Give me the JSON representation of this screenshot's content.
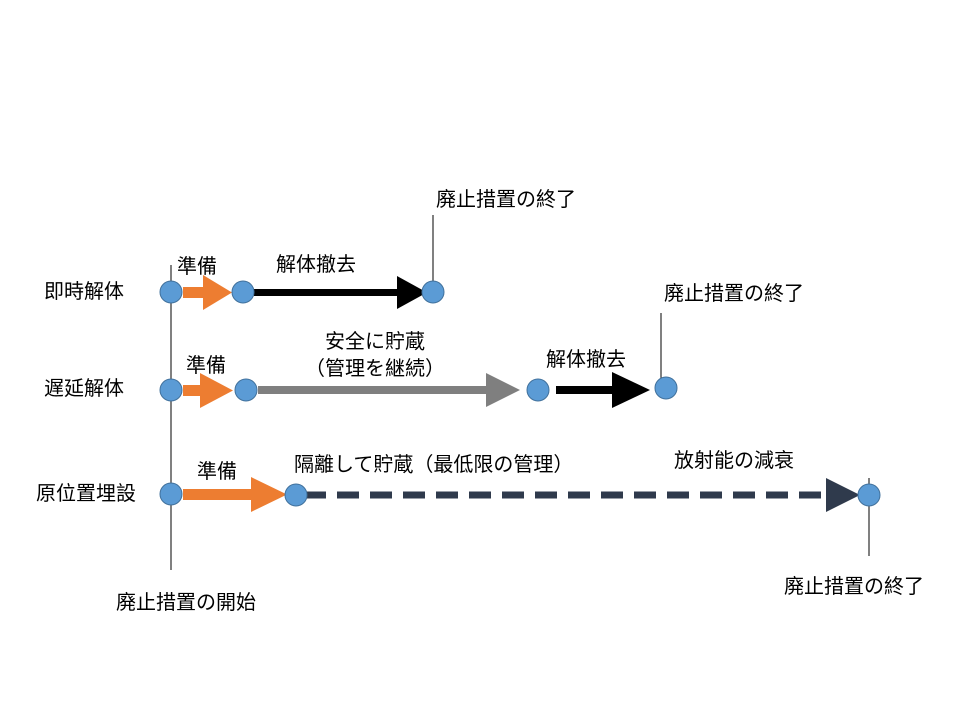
{
  "rows": {
    "immediate": {
      "name": "即時解体",
      "prep": "準備",
      "dismantle": "解体撤去",
      "end": "廃止措置の終了"
    },
    "deferred": {
      "name": "遅延解体",
      "prep": "準備",
      "storage_line1": "安全に貯蔵",
      "storage_line2": "（管理を継続）",
      "dismantle": "解体撤去",
      "end": "廃止措置の終了"
    },
    "entombment": {
      "name": "原位置埋設",
      "prep": "準備",
      "isolation": "隔離して貯蔵（最低限の管理）",
      "decay": "放射能の減衰",
      "end": "廃止措置の終了"
    }
  },
  "start": "廃止措置の開始",
  "colors": {
    "prep_arrow": "#ED7D31",
    "dismantle_arrow": "#000000",
    "storage_arrow": "#7F7F7F",
    "isolation_arrow": "#2F3A4C",
    "node_fill": "#5B9BD5",
    "node_stroke": "#41719C"
  }
}
